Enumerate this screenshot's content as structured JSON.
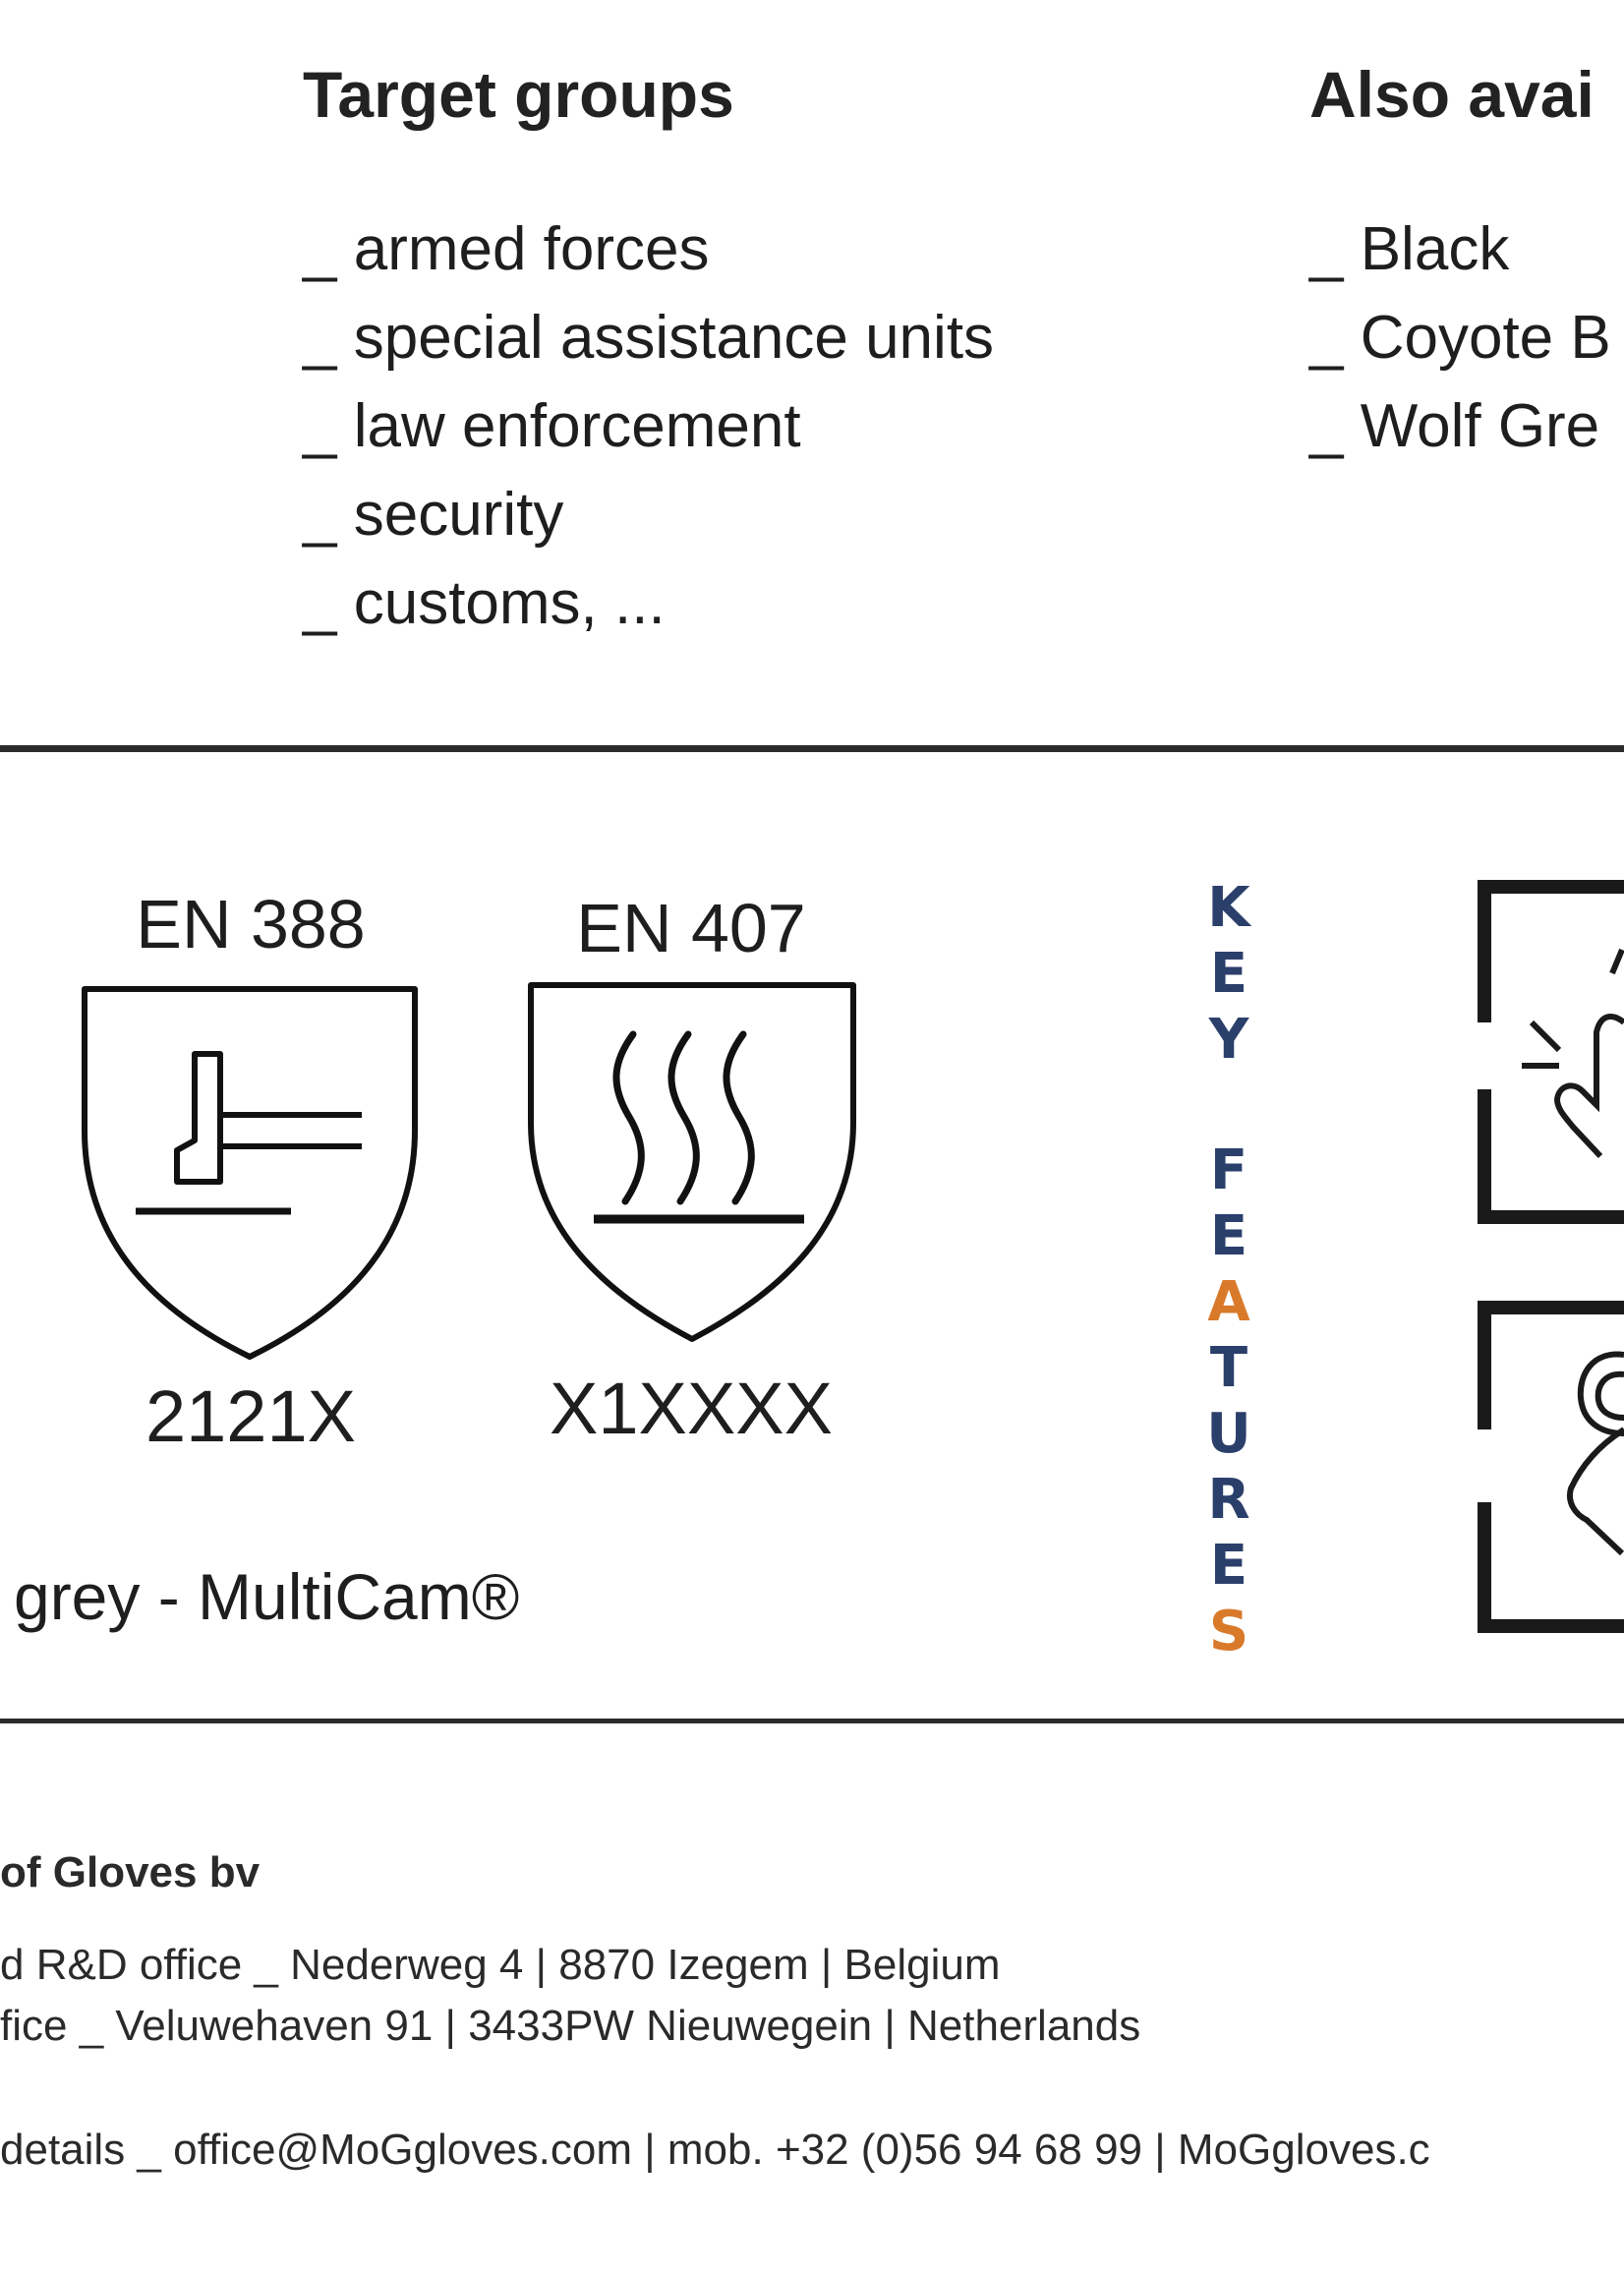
{
  "target_groups": {
    "heading": "Target groups",
    "items": [
      "_ armed forces",
      "_ special assistance units",
      "_ law enforcement",
      "_ security",
      "_ customs, ..."
    ]
  },
  "also_available": {
    "heading": "Also avai",
    "items": [
      "_ Black",
      "_ Coyote B",
      "_ Wolf Gre"
    ]
  },
  "certifications": [
    {
      "standard": "EN 388",
      "code": "2121X",
      "icon": "mechanical-hazard-icon"
    },
    {
      "standard": "EN 407",
      "code": "X1XXXX",
      "icon": "heat-hazard-icon"
    }
  ],
  "colour_line": "grey - MultiCam®",
  "key_features": {
    "label": "KEY FEATURES",
    "icons": [
      "touchscreen-hand-icon",
      "fingerprint-hand-icon"
    ]
  },
  "footer": {
    "company": "of Gloves bv",
    "office_1": "d R&D office _ Nederweg 4 | 8870 Izegem | Belgium",
    "office_2": "fice _ Veluwehaven 91 | 3433PW Nieuwegein | Netherlands",
    "contact": "details _ office@MoGgloves.com | mob. +32 (0)56 94 68 99 | MoGgloves.c"
  },
  "colors": {
    "heading": "#222222",
    "key_blue": "#2b3f6b",
    "key_orange": "#d97a2b",
    "rule": "#2b2b2b"
  }
}
